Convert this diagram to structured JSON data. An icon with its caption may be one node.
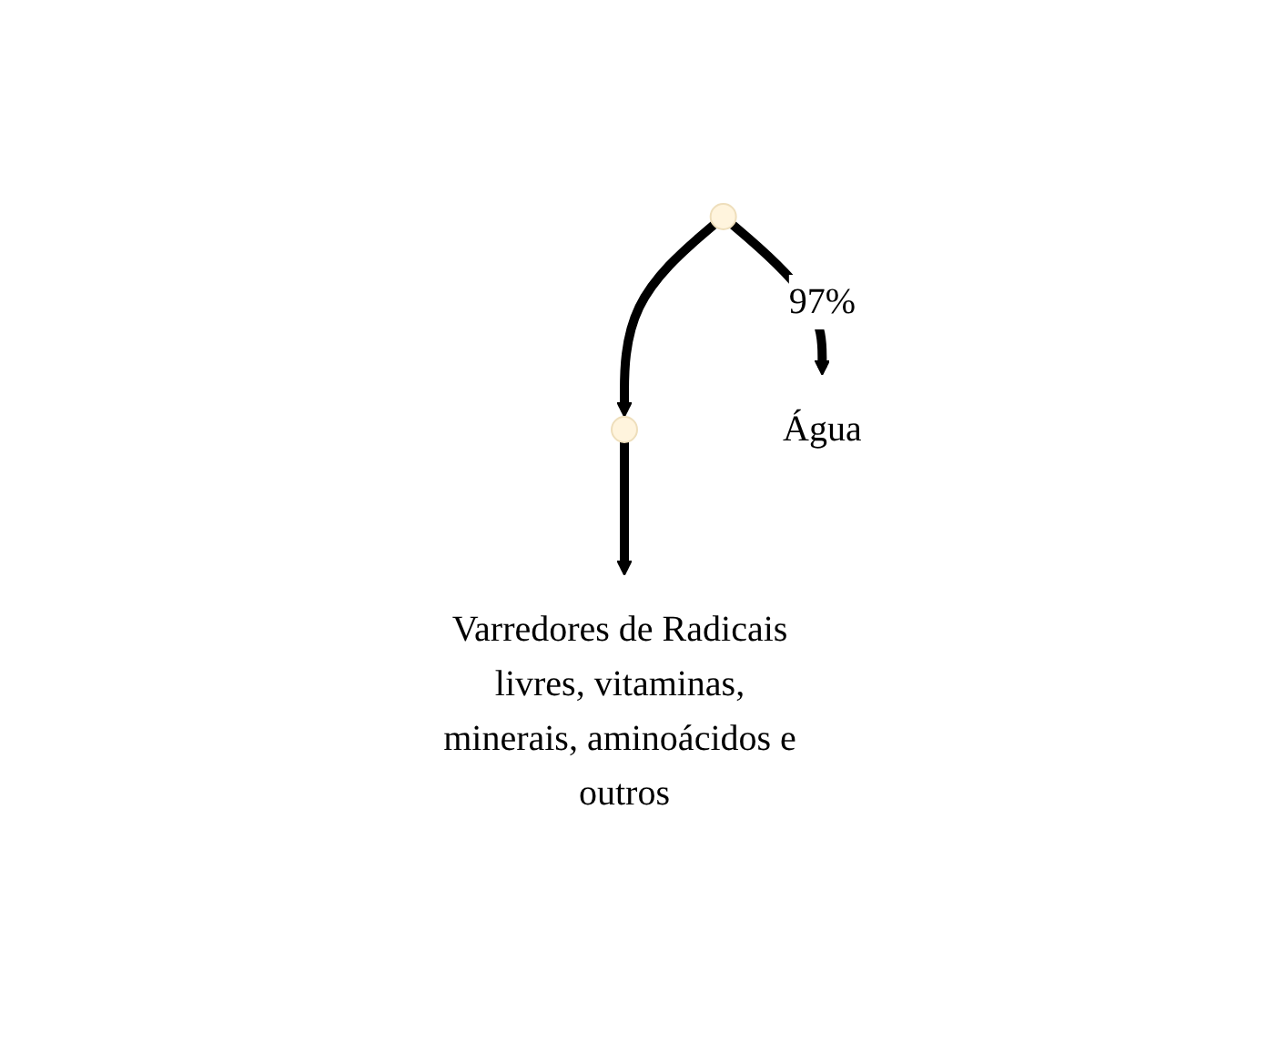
{
  "diagram": {
    "nodes": [
      {
        "text": [],
        "shape": "point"
      },
      {
        "text": [],
        "shape": "point"
      },
      {
        "text": [
          "Água"
        ]
      },
      {
        "text": [
          "Varredores de Radicais livres, vitaminas, minerais, aminoácidos e outros"
        ]
      }
    ],
    "edges": [
      {
        "from": 0,
        "to": 1,
        "arrow": "to"
      },
      {
        "from": 0,
        "to": 2,
        "arrow": "to",
        "label": "97%"
      },
      {
        "from": 1,
        "to": 3,
        "arrow": "to"
      }
    ]
  }
}
